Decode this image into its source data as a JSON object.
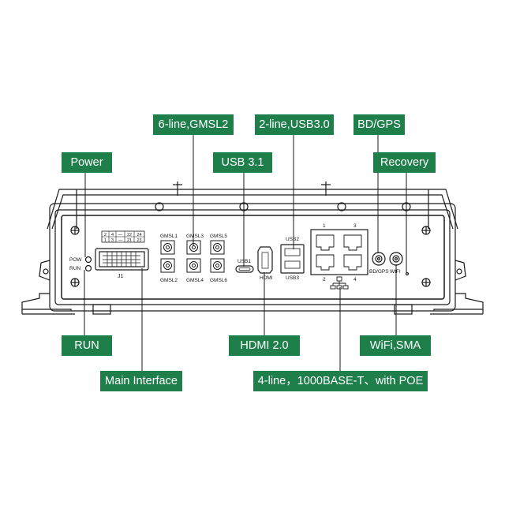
{
  "callouts": {
    "gmsl": "6-line,GMSL2",
    "usb30": "2-line,USB3.0",
    "bdgps": "BD/GPS",
    "power": "Power",
    "usb31": "USB 3.1",
    "recovery": "Recovery",
    "run": "RUN",
    "hdmi": "HDMI 2.0",
    "wifi": "WiFi,SMA",
    "main": "Main Interface",
    "ethernet": "4-line，1000BASE-T、with POE"
  },
  "panel_labels": {
    "pow": "POW",
    "run": "RUN",
    "j1": "J1",
    "gmsl1": "GMSL1",
    "gmsl2": "GMSL2",
    "gmsl3": "GMSL3",
    "gmsl4": "GMSL4",
    "gmsl5": "GMSL5",
    "gmsl6": "GMSL6",
    "usb1": "USB1",
    "usb2": "USB2",
    "usb3": "USB3",
    "hdmi": "HDMI",
    "bdgps": "BD/GPS",
    "wifi": "WIFI",
    "eth1": "1",
    "eth2": "2",
    "eth3": "3",
    "eth4": "4"
  },
  "pin_table": {
    "row1": [
      "2",
      "4",
      "—",
      "22",
      "24"
    ],
    "row2": [
      "1",
      "3",
      "—",
      "21",
      "23"
    ]
  },
  "colors": {
    "accent": "#1f7f4b",
    "line": "#1a1a1a"
  }
}
